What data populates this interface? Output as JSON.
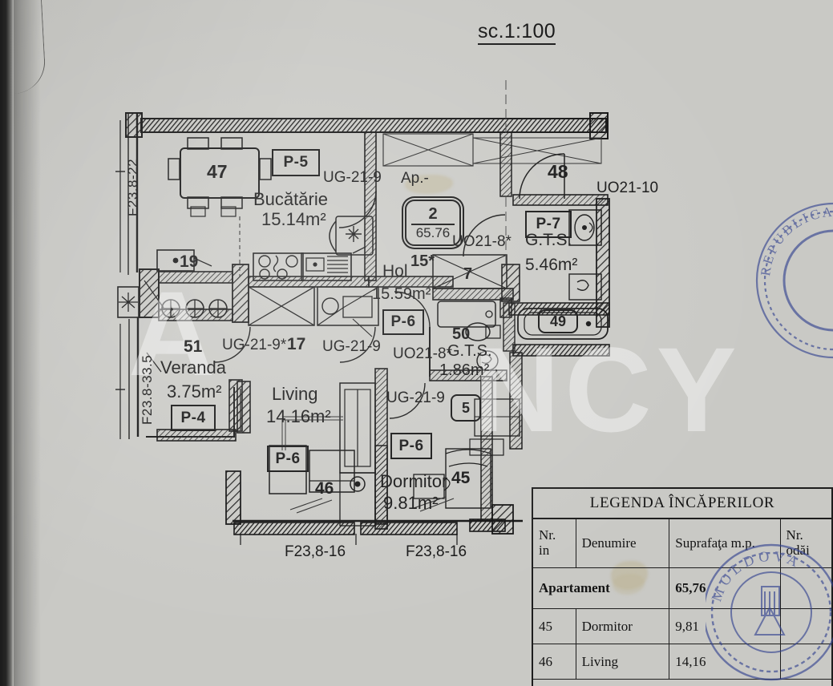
{
  "document": {
    "scale_label": "sc.1:100",
    "type": "architectural-floor-plan"
  },
  "apartment_badge": {
    "number": "2",
    "area": "65.76",
    "prefix_label": "Ap.-"
  },
  "rooms": [
    {
      "id": "47",
      "name": "Bucătărie",
      "area": "15.14m²"
    },
    {
      "id": "15*",
      "name": "Hol",
      "area": "15.59m²"
    },
    {
      "id": "51",
      "name": "Veranda",
      "area": "3.75m²"
    },
    {
      "id": "46",
      "name": "Living",
      "area": "14.16m²"
    },
    {
      "id": "45",
      "name": "Dormitor",
      "area": "9.81m²"
    },
    {
      "id": "48",
      "name": "G.T.S.",
      "area": "5.46m²"
    },
    {
      "id": "50",
      "name": "G.T.S.",
      "area": "1.86m²"
    }
  ],
  "room_markers": {
    "kitchen_table": "47",
    "top_right": "48",
    "bath_tub": "49",
    "gts_small": "50",
    "veranda": "51",
    "hall": "15*",
    "corridor": "17",
    "left_niche": "19",
    "living": "46",
    "dormitor": "45",
    "bath_inner": "7",
    "circle_marker": "5"
  },
  "door_codes": {
    "kitchen": "P-5",
    "hall": "P-6",
    "living_left": "P-6",
    "living_right": "P-6",
    "veranda": "P-4",
    "gts_right": "P-7"
  },
  "window_codes": {
    "kitchen_right": "UG-21-9",
    "corridor_left": "UG-21-9*",
    "corridor_mid": "UG-21-9",
    "living_right": "UG-21-9",
    "hall_upper": "UO21-8*",
    "gts_left": "UO21-8*",
    "top_right": "UO21-10"
  },
  "dimension_labels": {
    "left_upper": "F23.8-22",
    "left_lower": "F23.8-33.5",
    "bottom_left": "F23,8-16",
    "bottom_right": "F23,8-16"
  },
  "legend": {
    "title": "LEGENDA ÎNCĂPERILOR",
    "headers": [
      "Nr. in",
      "Denumire",
      "Suprafaţa m.p.",
      "Nr. odăi"
    ],
    "summary": {
      "label": "Apartament",
      "area": "65,76"
    },
    "rows": [
      {
        "nr": "45",
        "name": "Dormitor",
        "area": "9,81",
        "odai": ""
      },
      {
        "nr": "46",
        "name": "Living",
        "area": "14,16",
        "odai": ""
      }
    ]
  },
  "stamps": {
    "upper_right_text": "REPUBLICA",
    "lower_right_text": "MOLDOVA",
    "color": "#2f3f8f"
  },
  "watermark": {
    "line1": "A",
    "line2": "NCY",
    "color": "#ffffff"
  },
  "colors": {
    "paper": "#c9c9c5",
    "ink": "#141414",
    "stamp_blue": "#2f3f8f"
  }
}
